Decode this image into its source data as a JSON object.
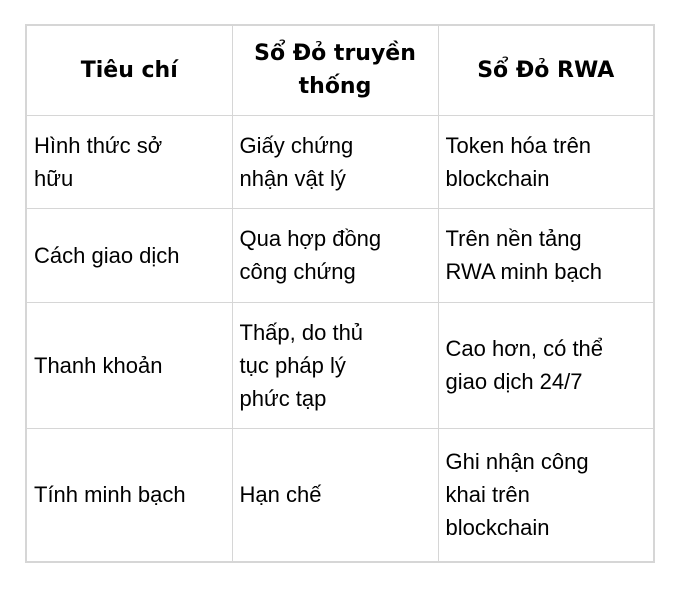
{
  "chart_data": {
    "type": "table",
    "title": "",
    "columns": [
      "Tiêu chí",
      "Sổ Đỏ truyền thống",
      "Sổ Đỏ RWA"
    ],
    "rows": [
      [
        "Hình thức sở hữu",
        "Giấy chứng nhận vật lý",
        "Token hóa trên blockchain"
      ],
      [
        "Cách giao dịch",
        "Qua hợp đồng công chứng",
        "Trên nền tảng RWA minh bạch"
      ],
      [
        "Thanh khoản",
        "Thấp, do thủ tục pháp lý phức tạp",
        "Cao hơn, có thể giao dịch 24/7"
      ],
      [
        "Tính minh bạch",
        "Hạn chế",
        "Ghi nhận công khai trên blockchain"
      ]
    ],
    "layout": {
      "grid": "on",
      "header_style": "bold-centered",
      "body_align": "left"
    }
  },
  "colors": {
    "background": "#ffffff",
    "border": "#d6d6d6",
    "text": "#000000"
  },
  "display": {
    "header": [
      "Tiêu chí",
      "Sổ Đỏ truyền\nthống",
      "Sổ Đỏ RWA"
    ],
    "rows": [
      [
        "Hình thức sở\nhữu",
        "Giấy chứng\nnhận vật lý",
        "Token hóa trên\nblockchain"
      ],
      [
        "Cách giao dịch",
        "Qua hợp đồng\ncông chứng",
        "Trên nền tảng\nRWA minh bạch"
      ],
      [
        "Thanh khoản",
        "Thấp, do thủ\ntục pháp lý\nphức tạp",
        "Cao hơn, có thể\ngiao dịch 24/7"
      ],
      [
        "Tính minh bạch",
        "Hạn chế",
        "Ghi nhận công\nkhai trên\nblockchain"
      ]
    ]
  }
}
